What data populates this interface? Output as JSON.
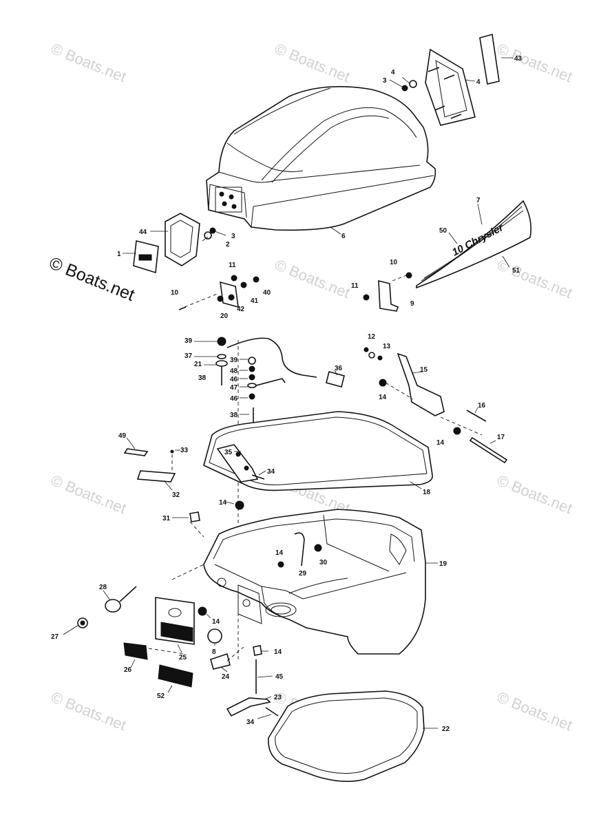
{
  "watermark": {
    "small_text": "© Boats.net",
    "large_text": "© Boats.net"
  },
  "brand_decal_text": "10 Chrysler",
  "callouts": [
    "43",
    "4",
    "4",
    "3",
    "6",
    "2",
    "3",
    "44",
    "1",
    "7",
    "50",
    "51",
    "11",
    "10",
    "40",
    "41",
    "42",
    "20",
    "10",
    "11",
    "9",
    "39",
    "37",
    "21",
    "38",
    "39",
    "48",
    "46",
    "47",
    "46",
    "38",
    "36",
    "12",
    "13",
    "15",
    "14",
    "16",
    "14",
    "17",
    "49",
    "33",
    "35",
    "34",
    "32",
    "18",
    "14",
    "31",
    "14",
    "30",
    "29",
    "19",
    "28",
    "27",
    "14",
    "25",
    "26",
    "8",
    "14",
    "24",
    "45",
    "52",
    "23",
    "34",
    "22"
  ]
}
